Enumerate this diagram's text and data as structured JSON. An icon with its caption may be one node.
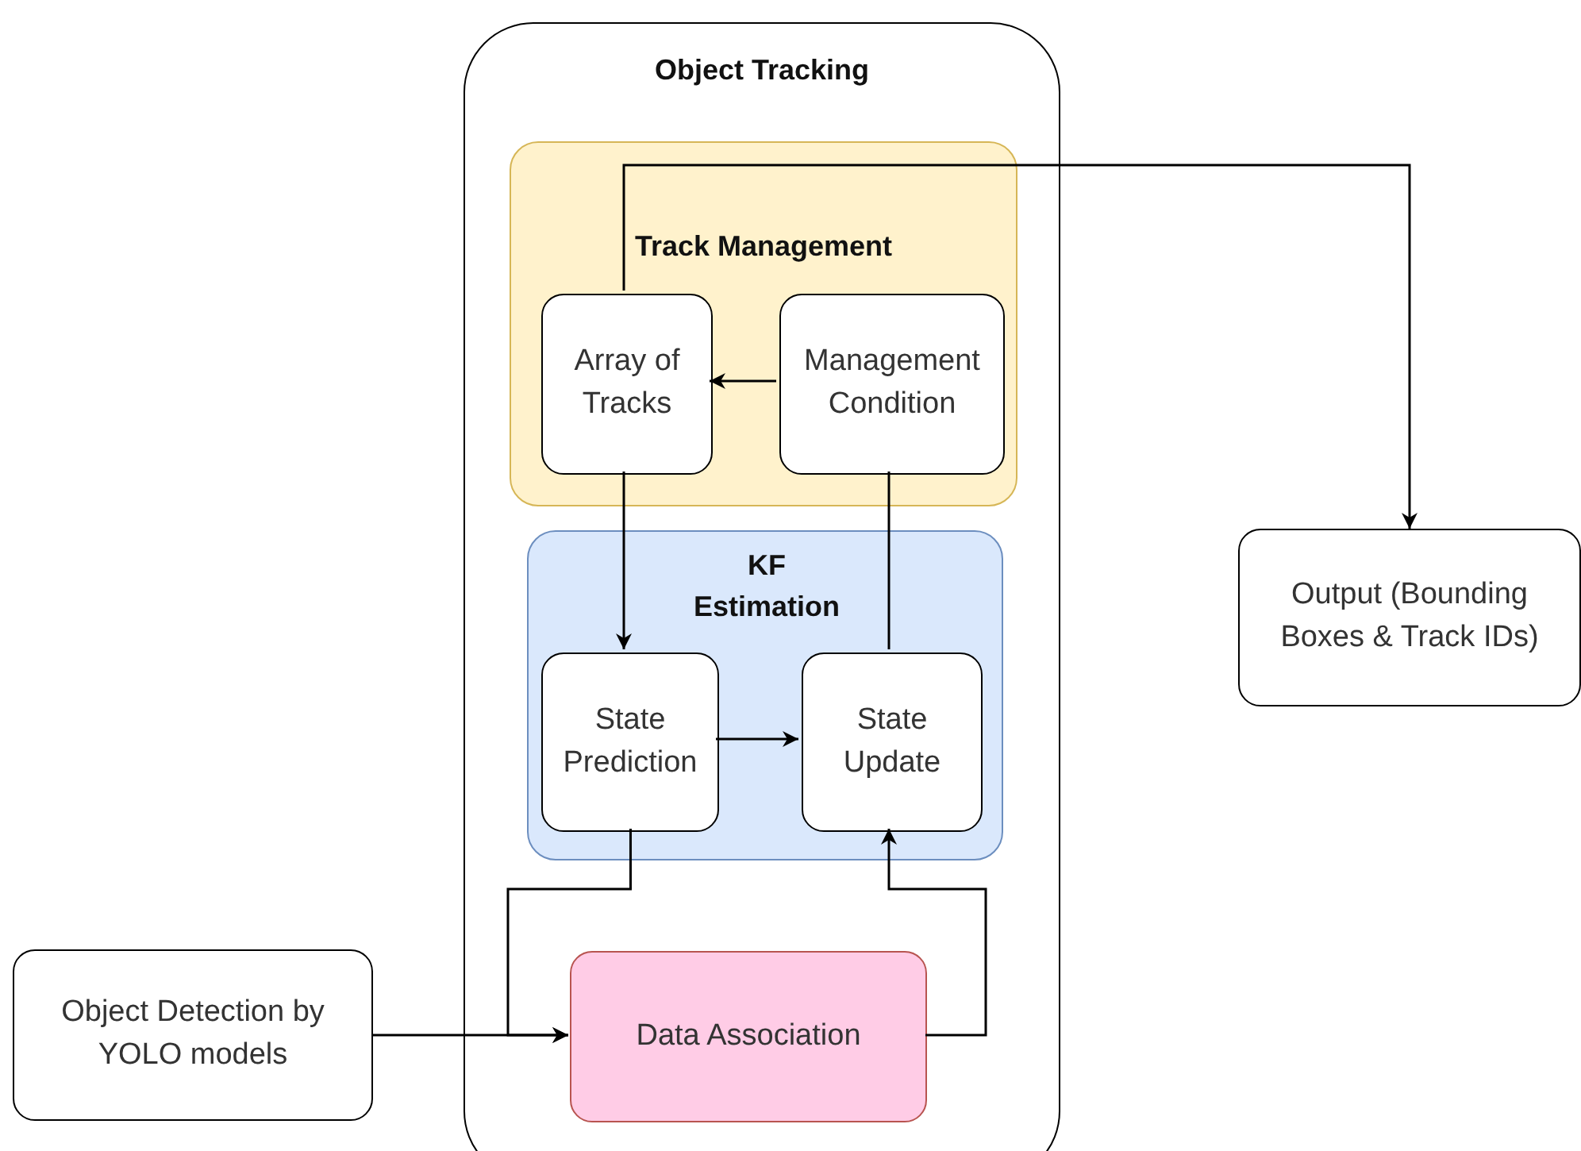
{
  "diagram": {
    "nodes": [
      {
        "text": [
          "Object Tracking"
        ]
      },
      {
        "text": [
          "Track Management"
        ],
        "in": 0
      },
      {
        "text": [
          "Array of Tracks"
        ],
        "in": 1
      },
      {
        "text": [
          "Management Condition"
        ],
        "in": 1
      },
      {
        "text": [
          "KF Estimation"
        ],
        "in": 0
      },
      {
        "text": [
          "State Prediction"
        ],
        "in": 4
      },
      {
        "text": [
          "State Update"
        ],
        "in": 4
      },
      {
        "text": [
          "Data Association"
        ],
        "in": 0
      },
      {
        "text": [
          "Object Detection by YOLO models"
        ]
      },
      {
        "text": [
          "Output (Bounding Boxes & Track IDs)"
        ]
      }
    ],
    "edges": [
      {
        "from": 3,
        "to": 2,
        "arrow": "to"
      },
      {
        "from": 2,
        "to": 9,
        "arrow": "to"
      },
      {
        "from": 2,
        "to": 5,
        "arrow": "to"
      },
      {
        "from": 5,
        "to": 6,
        "arrow": "to"
      },
      {
        "from": 6,
        "to": 3,
        "arrow": "none"
      },
      {
        "from": 8,
        "to": 7,
        "arrow": "to"
      },
      {
        "from": 5,
        "to": 7,
        "arrow": "to"
      },
      {
        "from": 7,
        "to": 6,
        "arrow": "to"
      }
    ]
  }
}
